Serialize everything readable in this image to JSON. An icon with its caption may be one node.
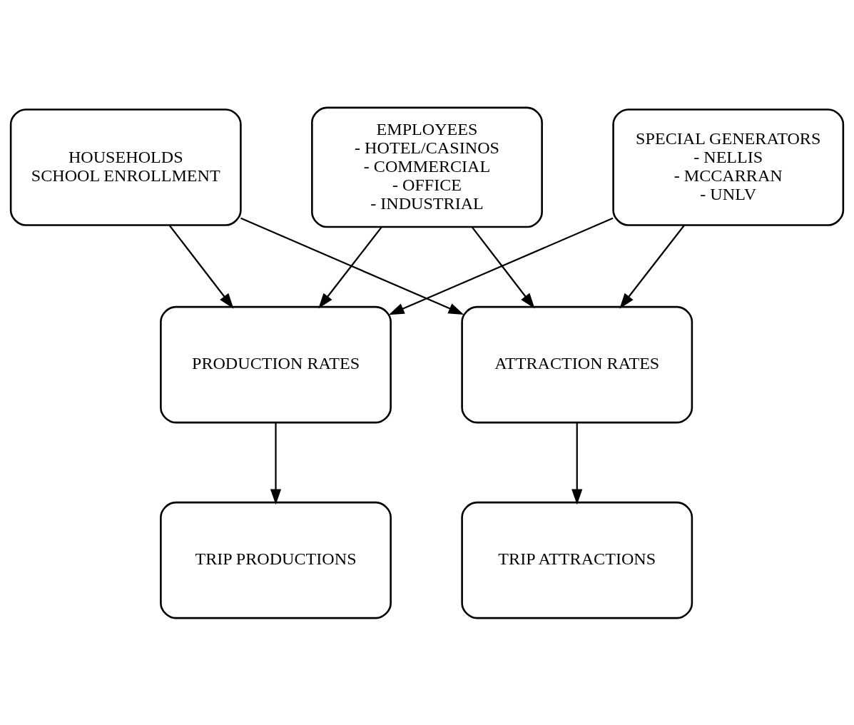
{
  "diagram": {
    "nodes": [
      {
        "text": [
          "HOUSEHOLDS",
          "SCHOOL ENROLLMENT"
        ]
      },
      {
        "text": [
          "EMPLOYEES",
          "- HOTEL/CASINOS",
          "- COMMERCIAL",
          "- OFFICE",
          "- INDUSTRIAL"
        ]
      },
      {
        "text": [
          "SPECIAL GENERATORS",
          "- NELLIS",
          "- MCCARRAN",
          "- UNLV"
        ]
      },
      {
        "text": [
          "PRODUCTION RATES"
        ]
      },
      {
        "text": [
          "ATTRACTION RATES"
        ]
      },
      {
        "text": [
          "TRIP PRODUCTIONS"
        ]
      },
      {
        "text": [
          "TRIP ATTRACTIONS"
        ]
      }
    ],
    "edges": [
      {
        "from": 0,
        "to": 3,
        "arrow": "to"
      },
      {
        "from": 0,
        "to": 4,
        "arrow": "to"
      },
      {
        "from": 1,
        "to": 3,
        "arrow": "to"
      },
      {
        "from": 1,
        "to": 4,
        "arrow": "to"
      },
      {
        "from": 2,
        "to": 3,
        "arrow": "to"
      },
      {
        "from": 2,
        "to": 4,
        "arrow": "to"
      },
      {
        "from": 3,
        "to": 5,
        "arrow": "to"
      },
      {
        "from": 4,
        "to": 6,
        "arrow": "to"
      }
    ]
  }
}
